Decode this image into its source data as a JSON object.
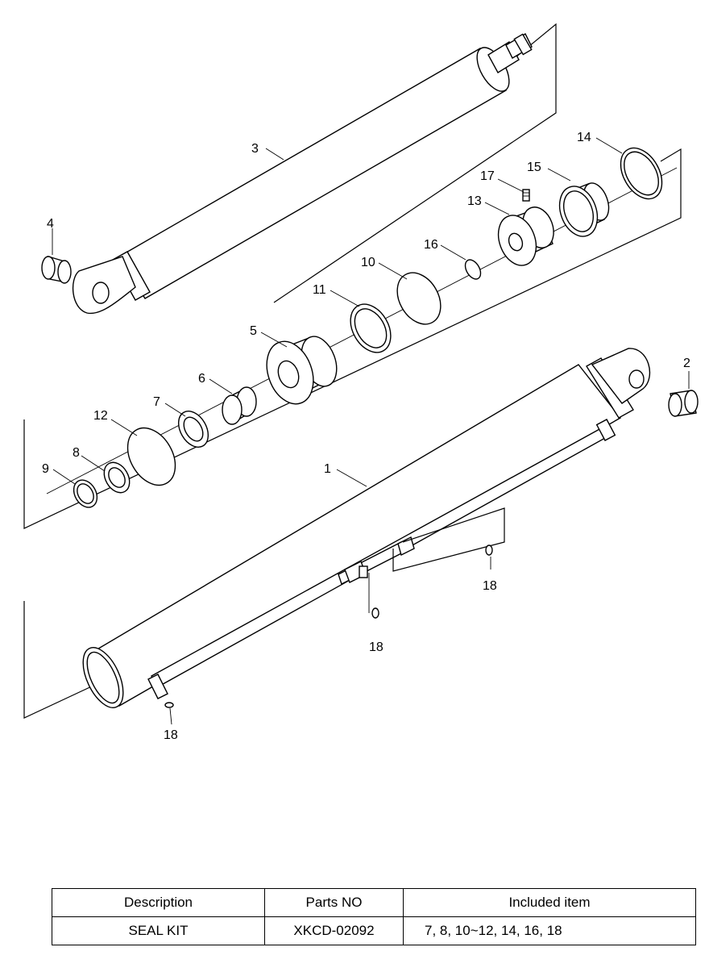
{
  "callouts": {
    "c1": "1",
    "c2": "2",
    "c3": "3",
    "c4": "4",
    "c5": "5",
    "c6": "6",
    "c7": "7",
    "c8": "8",
    "c9": "9",
    "c10": "10",
    "c11": "11",
    "c12": "12",
    "c13": "13",
    "c14": "14",
    "c15": "15",
    "c16": "16",
    "c17": "17",
    "c18a": "18",
    "c18b": "18",
    "c18c": "18"
  },
  "table": {
    "headers": [
      "Description",
      "Parts NO",
      "Included item"
    ],
    "row": [
      "SEAL KIT",
      "XKCD-02092",
      "7, 8,  10~12, 14, 16, 18"
    ]
  }
}
